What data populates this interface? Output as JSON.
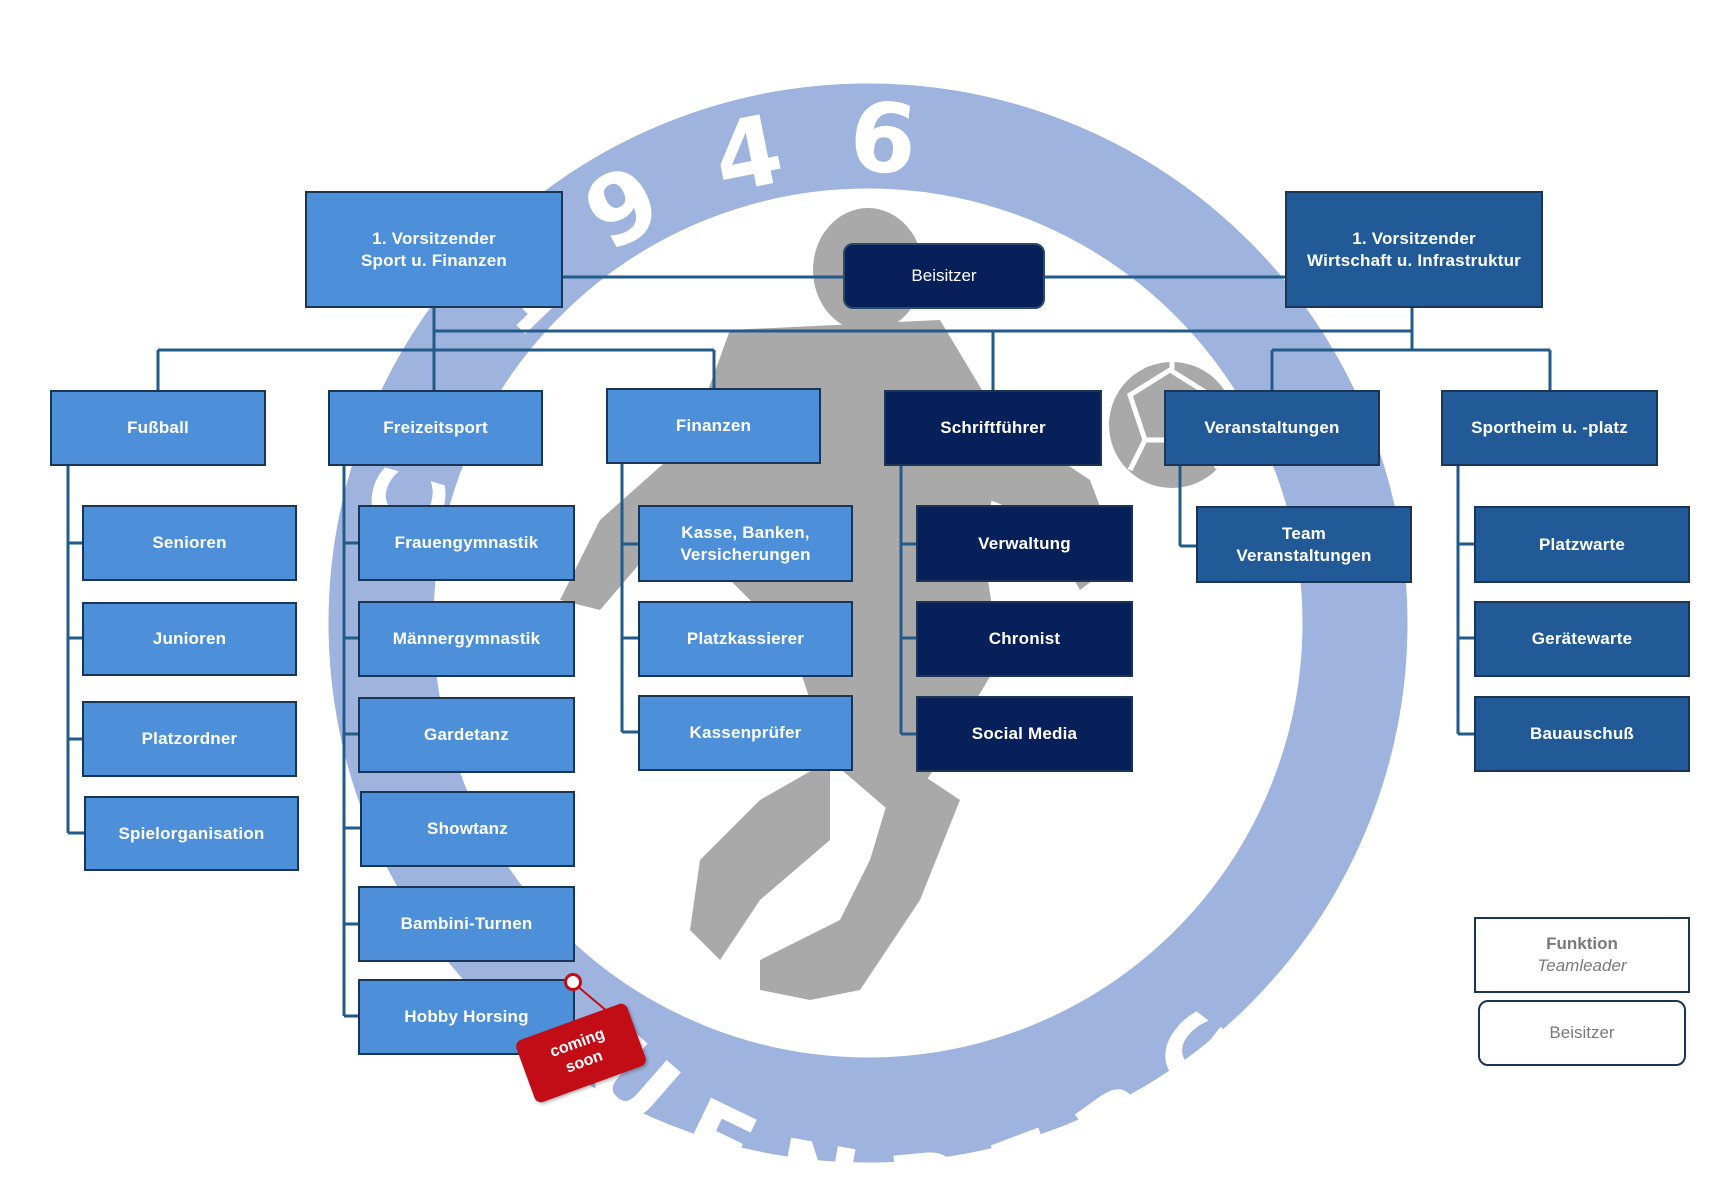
{
  "colors": {
    "light_blue": "#4d8fd9",
    "mid_blue": "#225a97",
    "dark_navy": "#07205a",
    "line": "#225a8a",
    "emblem_ring": "#9fb3df",
    "emblem_figure": "#a9a9a9",
    "sign_red": "#c20d16"
  },
  "emblem": {
    "top_text": "C 1946",
    "bottom_text": "UENBERG"
  },
  "top": {
    "left": {
      "line1": "1. Vorsitzender",
      "line2": "Sport u. Finanzen"
    },
    "center": {
      "label": "Beisitzer"
    },
    "right": {
      "line1": "1. Vorsitzender",
      "line2": "Wirtschaft u. Infrastruktur"
    }
  },
  "departments": [
    {
      "label": "Fußball",
      "items": [
        "Senioren",
        "Junioren",
        "Platzordner",
        "Spielorganisation"
      ]
    },
    {
      "label": "Freizeitsport",
      "items": [
        "Frauengymnastik",
        "Männergymnastik",
        "Gardetanz",
        "Showtanz",
        "Bambini-Turnen",
        "Hobby Horsing"
      ]
    },
    {
      "label": "Finanzen",
      "items": [
        [
          "Kasse, Banken,",
          "Versicherungen"
        ],
        "Platzkassierer",
        "Kassenprüfer"
      ]
    },
    {
      "label": "Schriftführer",
      "items": [
        "Verwaltung",
        "Chronist",
        "Social Media"
      ]
    },
    {
      "label": "Veranstaltungen",
      "items": [
        [
          "Team",
          "Veranstaltungen"
        ]
      ]
    },
    {
      "label": "Sportheim u. -platz",
      "items": [
        "Platzwarte",
        "Gerätewarte",
        "Bauauschuß"
      ]
    }
  ],
  "sign": {
    "line1": "coming",
    "line2": "soon"
  },
  "legend": {
    "function_label": "Funktion",
    "teamleader_label": "Teamleader",
    "beisitzer_label": "Beisitzer"
  }
}
